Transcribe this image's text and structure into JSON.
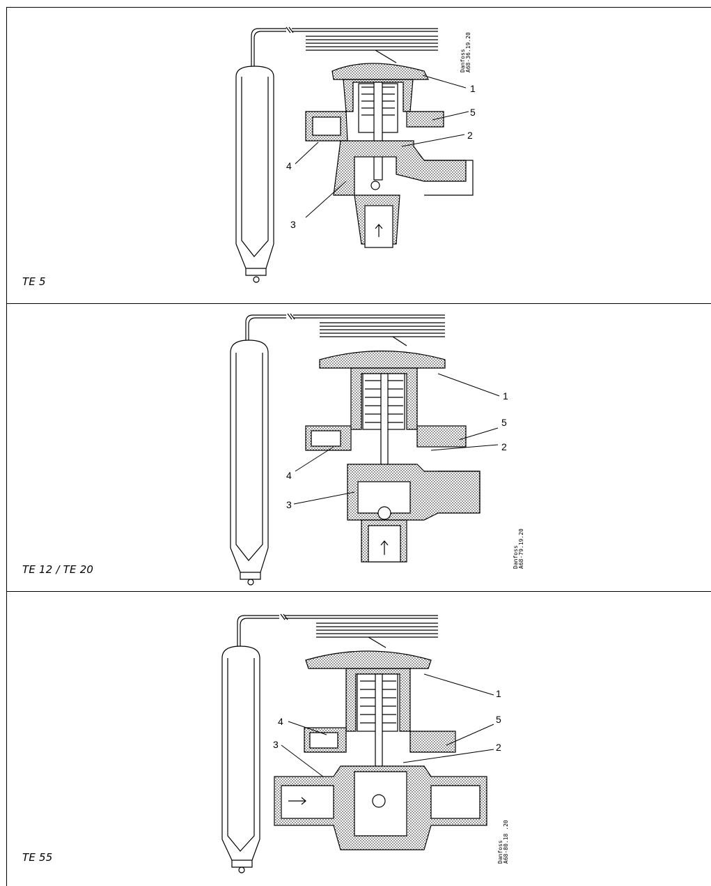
{
  "panels": [
    {
      "caption": "TE 5",
      "drawing_code": [
        "Danfoss",
        "A68-36.19.20"
      ],
      "callouts": [
        "1",
        "5",
        "2",
        "4",
        "3"
      ]
    },
    {
      "caption": "TE 12 / TE 20",
      "drawing_code": [
        "Danfoss",
        "A68-79.19.20"
      ],
      "callouts": [
        "1",
        "5",
        "2",
        "4",
        "3"
      ]
    },
    {
      "caption": "TE 55",
      "drawing_code": [
        "Danfoss",
        "A68-80.18 .20"
      ],
      "callouts": [
        "1",
        "5",
        "4",
        "2",
        "3"
      ]
    }
  ]
}
